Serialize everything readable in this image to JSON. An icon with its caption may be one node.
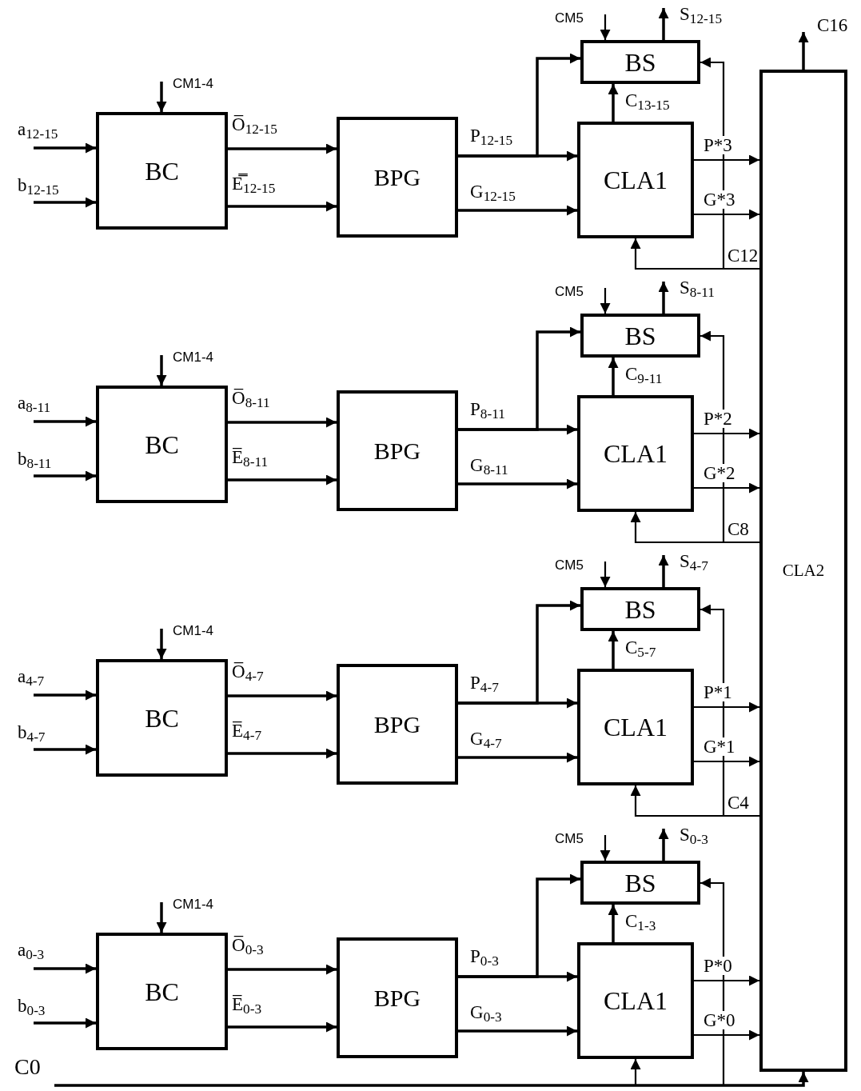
{
  "diagram": {
    "nodes": [
      {
        "text": [
          "BS"
        ]
      },
      {
        "text": [
          "BC"
        ]
      },
      {
        "text": [
          "BPG"
        ]
      },
      {
        "text": [
          "CLA1"
        ]
      },
      {
        "text": [
          "BS"
        ]
      },
      {
        "text": [
          "BC"
        ]
      },
      {
        "text": [
          "BPG"
        ]
      },
      {
        "text": [
          "CLA1"
        ]
      },
      {
        "text": [
          "BS"
        ]
      },
      {
        "text": [
          "BC"
        ]
      },
      {
        "text": [
          "BPG"
        ]
      },
      {
        "text": [
          "CLA1"
        ]
      },
      {
        "text": [
          "BS"
        ]
      },
      {
        "text": [
          "BC"
        ]
      },
      {
        "text": [
          "BPG"
        ]
      },
      {
        "text": [
          "CLA1"
        ]
      },
      {
        "text": [
          "CLA2"
        ]
      },
      {
        "text": [
          "C0"
        ]
      }
    ],
    "edges": [
      {
        "from": null,
        "to": 1,
        "arrow": "to",
        "label": "a$_{12-15}$"
      },
      {
        "from": null,
        "to": 1,
        "arrow": "to",
        "label": "b$_{12-15}$"
      },
      {
        "from": null,
        "to": 1,
        "arrow": "to",
        "label": "CM1-4"
      },
      {
        "from": 1,
        "to": 2,
        "arrow": "to",
        "label": "O̅$_{12-15}$"
      },
      {
        "from": 1,
        "to": 2,
        "arrow": "to",
        "label": "E̿$_{12-15}$"
      },
      {
        "from": 2,
        "to": 3,
        "arrow": "to",
        "label": "P$_{12-15}$"
      },
      {
        "from": 2,
        "to": 0,
        "arrow": "to"
      },
      {
        "from": 2,
        "to": 3,
        "arrow": "to",
        "label": "G$_{12-15}$"
      },
      {
        "from": 3,
        "to": 0,
        "arrow": "to",
        "label": "C$_{13-15}$"
      },
      {
        "from": null,
        "to": 0,
        "arrow": "to",
        "label": "CM5"
      },
      {
        "from": 0,
        "to": null,
        "arrow": "to",
        "label": "S$_{12-15}$"
      },
      {
        "from": 3,
        "to": 16,
        "arrow": "to",
        "label": "P*3"
      },
      {
        "from": 3,
        "to": 16,
        "arrow": "to",
        "label": "G*3"
      },
      {
        "from": 16,
        "to": 3,
        "arrow": "to",
        "label": "C12"
      },
      {
        "from": 16,
        "to": 0,
        "arrow": "to"
      },
      {
        "from": null,
        "to": 5,
        "arrow": "to",
        "label": "a$_{8-11}$"
      },
      {
        "from": null,
        "to": 5,
        "arrow": "to",
        "label": "b$_{8-11}$"
      },
      {
        "from": null,
        "to": 5,
        "arrow": "to",
        "label": "CM1-4"
      },
      {
        "from": 5,
        "to": 6,
        "arrow": "to",
        "label": "O̅$_{8-11}$"
      },
      {
        "from": 5,
        "to": 6,
        "arrow": "to",
        "label": "E̅$_{8-11}$"
      },
      {
        "from": 6,
        "to": 7,
        "arrow": "to",
        "label": "P$_{8-11}$"
      },
      {
        "from": 6,
        "to": 4,
        "arrow": "to"
      },
      {
        "from": 6,
        "to": 7,
        "arrow": "to",
        "label": "G$_{8-11}$"
      },
      {
        "from": 7,
        "to": 4,
        "arrow": "to",
        "label": "C$_{9-11}$"
      },
      {
        "from": null,
        "to": 4,
        "arrow": "to",
        "label": "CM5"
      },
      {
        "from": 4,
        "to": null,
        "arrow": "to",
        "label": "S$_{8-11}$"
      },
      {
        "from": 7,
        "to": 16,
        "arrow": "to",
        "label": "P*2"
      },
      {
        "from": 7,
        "to": 16,
        "arrow": "to",
        "label": "G*2"
      },
      {
        "from": 16,
        "to": 7,
        "arrow": "to",
        "label": "C8"
      },
      {
        "from": 16,
        "to": 4,
        "arrow": "to"
      },
      {
        "from": null,
        "to": 9,
        "arrow": "to",
        "label": "a$_{4-7}$"
      },
      {
        "from": null,
        "to": 9,
        "arrow": "to",
        "label": "b$_{4-7}$"
      },
      {
        "from": null,
        "to": 9,
        "arrow": "to",
        "label": "CM1-4"
      },
      {
        "from": 9,
        "to": 10,
        "arrow": "to",
        "label": "O̅$_{4-7}$"
      },
      {
        "from": 9,
        "to": 10,
        "arrow": "to",
        "label": "E̅$_{4-7}$"
      },
      {
        "from": 10,
        "to": 11,
        "arrow": "to",
        "label": "P$_{4-7}$"
      },
      {
        "from": 10,
        "to": 8,
        "arrow": "to"
      },
      {
        "from": 10,
        "to": 11,
        "arrow": "to",
        "label": "G$_{4-7}$"
      },
      {
        "from": 11,
        "to": 8,
        "arrow": "to",
        "label": "C$_{5-7}$"
      },
      {
        "from": null,
        "to": 8,
        "arrow": "to",
        "label": "CM5"
      },
      {
        "from": 8,
        "to": null,
        "arrow": "to",
        "label": "S$_{4-7}$"
      },
      {
        "from": 11,
        "to": 16,
        "arrow": "to",
        "label": "P*1"
      },
      {
        "from": 11,
        "to": 16,
        "arrow": "to",
        "label": "G*1"
      },
      {
        "from": 16,
        "to": 11,
        "arrow": "to",
        "label": "C4"
      },
      {
        "from": 16,
        "to": 8,
        "arrow": "to"
      },
      {
        "from": null,
        "to": 13,
        "arrow": "to",
        "label": "a$_{0-3}$"
      },
      {
        "from": null,
        "to": 13,
        "arrow": "to",
        "label": "b$_{0-3}$"
      },
      {
        "from": null,
        "to": 13,
        "arrow": "to",
        "label": "CM1-4"
      },
      {
        "from": 13,
        "to": 14,
        "arrow": "to",
        "label": "O̅$_{0-3}$"
      },
      {
        "from": 13,
        "to": 14,
        "arrow": "to",
        "label": "E̅$_{0-3}$"
      },
      {
        "from": 14,
        "to": 15,
        "arrow": "to",
        "label": "P$_{0-3}$"
      },
      {
        "from": 14,
        "to": 12,
        "arrow": "to"
      },
      {
        "from": 14,
        "to": 15,
        "arrow": "to",
        "label": "G$_{0-3}$"
      },
      {
        "from": 15,
        "to": 12,
        "arrow": "to",
        "label": "C$_{1-3}$"
      },
      {
        "from": null,
        "to": 12,
        "arrow": "to",
        "label": "CM5"
      },
      {
        "from": 12,
        "to": null,
        "arrow": "to",
        "label": "S$_{0-3}$"
      },
      {
        "from": 15,
        "to": 16,
        "arrow": "to",
        "label": "P*0"
      },
      {
        "from": 15,
        "to": 16,
        "arrow": "to",
        "label": "G*0"
      },
      {
        "from": 17,
        "to": 15,
        "arrow": "to"
      },
      {
        "from": 17,
        "to": 12,
        "arrow": "to"
      },
      {
        "from": 17,
        "to": 16,
        "arrow": "to"
      },
      {
        "from": 16,
        "to": null,
        "arrow": "to",
        "label": "C16"
      }
    ]
  }
}
